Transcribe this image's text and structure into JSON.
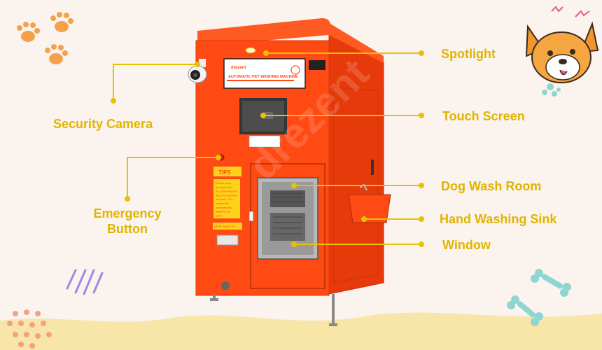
{
  "machine": {
    "brand": "drezent",
    "sign": "AUTOMATIC PET WASHING MACHINE",
    "tips_title": "TIPS",
    "tips_text": [
      "Please close",
      "the door and",
      "the small window",
      "after pet washing",
      "and care. The",
      "system will",
      "automatically",
      "disinfect the",
      "cabin."
    ],
    "sticker_text": "white towel roll",
    "watermark": "drezent"
  },
  "callouts": [
    {
      "id": "spotlight",
      "label": "Spotlight"
    },
    {
      "id": "touch-screen",
      "label": "Touch Screen"
    },
    {
      "id": "security-camera",
      "label": "Security Camera"
    },
    {
      "id": "dog-wash-room",
      "label": "Dog Wash Room"
    },
    {
      "id": "emergency-button",
      "label": "Emergency\nButton"
    },
    {
      "id": "hand-washing-sink",
      "label": "Hand Washing Sink"
    },
    {
      "id": "window",
      "label": "Window"
    }
  ],
  "colors": {
    "background": "#fbf3ee",
    "machine": "#ff4a14",
    "machine_dark": "#e63a0a",
    "label": "#e0b400",
    "leader": "#e8c200",
    "paw": "#f5a04a",
    "bone": "#8fd6d0",
    "floor_wave": "#f7e6a8"
  }
}
